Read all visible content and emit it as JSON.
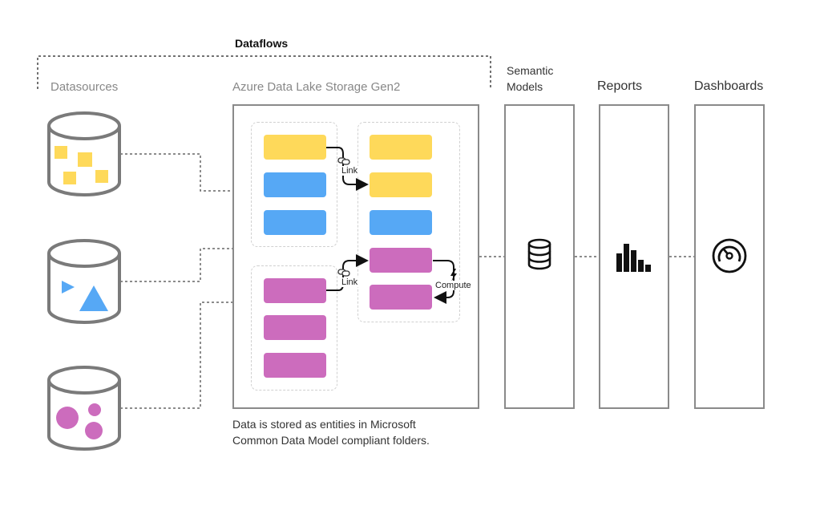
{
  "labels": {
    "dataflows": "Dataflows",
    "datasources": "Datasources",
    "adls": "Azure Data Lake Storage Gen2",
    "semantic_line1": "Semantic",
    "semantic_line2": "Models",
    "reports": "Reports",
    "dashboards": "Dashboards",
    "link_top": "Link",
    "link_bottom": "Link",
    "compute": "Compute",
    "caption_line1": "Data is stored as entities in Microsoft",
    "caption_line2": "Common Data Model compliant folders."
  },
  "colors": {
    "yellow": "#fed95a",
    "blue": "#56a8f5",
    "pink": "#cc6cbd",
    "border_gray": "#8a8a8a"
  },
  "icons": {
    "datasource_1": "yellow-squares-cylinder-icon",
    "datasource_2": "blue-triangles-cylinder-icon",
    "datasource_3": "pink-circles-cylinder-icon",
    "semantic_models": "database-icon",
    "reports": "bar-chart-icon",
    "dashboards": "gauge-icon",
    "link": "chain-link-icon",
    "compute": "lightning-icon"
  }
}
